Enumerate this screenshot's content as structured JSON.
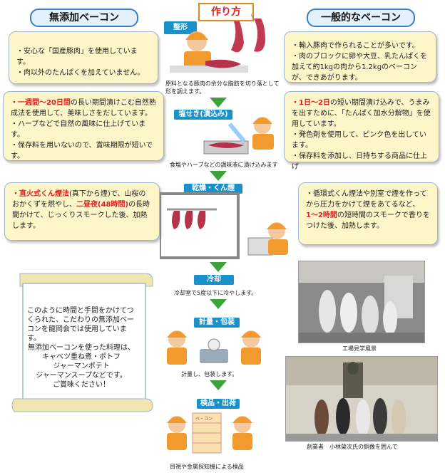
{
  "header": {
    "left_title": "無添加ベーコン",
    "center_title": "作り方",
    "right_title": "一般的なベーコン"
  },
  "steps": [
    {
      "label": "整形",
      "caption": "原料となる豚肉の余分な脂肪を切り落として形を調えます。"
    },
    {
      "label": "塩せき(漬込み)",
      "caption": "食塩やハーブなどの調味液に漬け込みます"
    },
    {
      "label": "乾燥・くん煙",
      "caption": ""
    },
    {
      "label": "冷却",
      "caption": "冷却室で5度以下に冷やします。"
    },
    {
      "label": "計量・包装",
      "caption": "計量し、包装します。"
    },
    {
      "label": "検品・出荷",
      "caption": "目視や金属探知機による検品"
    }
  ],
  "left_cards": {
    "c1": [
      "・安心な「国産豚肉」を使用しています。",
      "・肉以外のたんぱくを加えていません。"
    ],
    "c2": {
      "red1": "・一週間〜20日間",
      "t1": "の長い期間漬けこむ自然熟成法を使用して、美味しさをだしています。",
      "t2": "・ハーブなどで自然の風味に仕上げています。",
      "t3": "・保存料を用いないので、賞味期限が短いです。"
    },
    "c3": {
      "red1": "・直火式くん煙法",
      "t1": "(真下から煙)で、山桜のおかくずを燃やし、",
      "red2": "二昼夜(48時間)",
      "t2": "の長時間かけて、じっくりスモークした後、加熱します。"
    }
  },
  "right_cards": {
    "c1": [
      "・輸入豚肉で作られることが多いです。",
      "・肉のブロックに卵や大豆、乳たんぱくを加えて約1kgの肉から1.2kgのベーコンが、できあがります。"
    ],
    "c2": {
      "red1": "・1日〜2日",
      "t1": "の短い期間漬け込みで、うまみを出すために、「たんぱく加水分解物」を使用しています。",
      "t2": "・発色剤を使用して、ピンク色を出しています。",
      "t3": "・保存料を添加し、日持ちする商品に仕上げ"
    },
    "c3": {
      "t0": "・循環式くん煙法や別室で煙を作ってから圧力をかけて煙をあてるなど、",
      "red1": "1〜2時間",
      "t1": "の短時間のスモークで香りをつけた後、加熱します。"
    }
  },
  "scroll_text": [
    "このように時間と手間をかけてつくられた、こだわりの無添加ベーコンを龍岡会では使用しています。",
    "無添加ベーコンを使った料理は、",
    "キャベツ重ね煮・ポトフ",
    "ジャーマンポテト",
    "ジャーマンスープなどです。",
    "ご賞味ください！"
  ],
  "photos": {
    "p1_caption": "工場見学風景",
    "p2_caption": "創業者　小林榮次氏の銅像を囲んで"
  },
  "box_label": "ベ・コン",
  "colors": {
    "accent_blue": "#1a91c9",
    "card_bg": "#fdf6c8",
    "red": "#e02020",
    "orange": "#f29a2e"
  }
}
